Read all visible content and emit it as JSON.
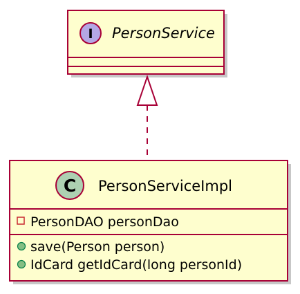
{
  "interface": {
    "stereotype_letter": "I",
    "name": "PersonService",
    "stereotype_color": "#b4a7e5"
  },
  "class": {
    "stereotype_letter": "C",
    "name": "PersonServiceImpl",
    "stereotype_color": "#add1b2",
    "fields": [
      {
        "visibility": "private",
        "text": "PersonDAO personDao"
      }
    ],
    "methods": [
      {
        "visibility": "public",
        "text": "save(Person person)"
      },
      {
        "visibility": "public",
        "text": "IdCard getIdCard(long personId)"
      }
    ]
  },
  "relation": {
    "type": "realization",
    "line_style": "dashed"
  },
  "colors": {
    "border": "#a80036",
    "fill": "#fefece",
    "public_dot": "#84be84",
    "private_square": "#c82930"
  }
}
